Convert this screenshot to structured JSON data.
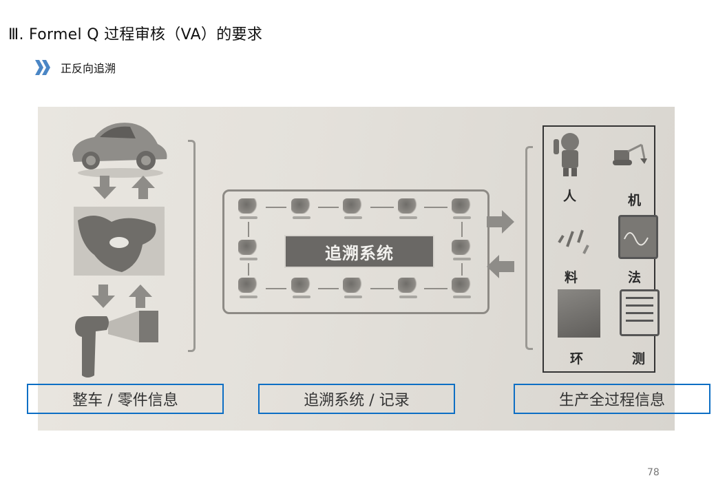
{
  "slide": {
    "title": "Ⅲ. Formel Q 过程审核（VA）的要求",
    "subtitle": "正反向追溯",
    "bullet_icon": "double-chevron-right-icon",
    "accent_color": "#4a86c5",
    "page_number": "78"
  },
  "diagram": {
    "left_column": {
      "items": [
        "car-icon",
        "part-icon",
        "barcode-scanner-icon"
      ],
      "arrows": [
        "down",
        "up"
      ]
    },
    "center": {
      "title": "追溯系统",
      "flow_nodes": 12
    },
    "right_panel": {
      "labels": [
        "人",
        "机",
        "料",
        "法",
        "环",
        "测"
      ]
    },
    "captions": [
      "整车 / 零件信息",
      "追溯系统 / 记录",
      "生产全过程信息"
    ],
    "caption_border_color": "#0c6ec4"
  }
}
